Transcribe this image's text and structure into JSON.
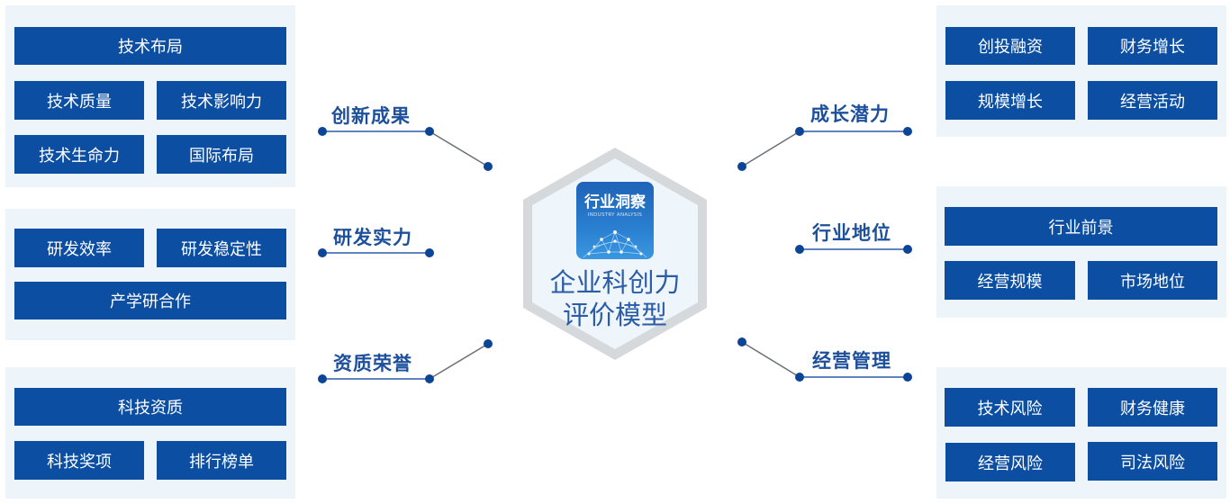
{
  "diagram": {
    "center": {
      "logo_title": "行业洞察",
      "logo_subtitle": "INDUSTRY ANALYSIS",
      "title_line1": "企业科创力",
      "title_line2": "评价模型"
    },
    "left": [
      {
        "category": "创新成果",
        "items": [
          "技术布局",
          "技术质量",
          "技术影响力",
          "技术生命力",
          "国际布局"
        ]
      },
      {
        "category": "研发实力",
        "items": [
          "研发效率",
          "研发稳定性",
          "产学研合作"
        ]
      },
      {
        "category": "资质荣誉",
        "items": [
          "科技资质",
          "科技奖项",
          "排行榜单"
        ]
      }
    ],
    "right": [
      {
        "category": "成长潜力",
        "items": [
          "创投融资",
          "财务增长",
          "规模增长",
          "经营活动"
        ]
      },
      {
        "category": "行业地位",
        "items": [
          "行业前景",
          "经营规模",
          "市场地位"
        ]
      },
      {
        "category": "经营管理",
        "items": [
          "技术风险",
          "财务健康",
          "经营风险",
          "司法风险"
        ]
      }
    ],
    "colors": {
      "box_fill": "#0b4ea2",
      "panel_fill": "#edf5fb",
      "category_text": "#1c4f9c",
      "connector": "#1c4f9c",
      "hexagon_border": "#d6d9dc"
    }
  }
}
